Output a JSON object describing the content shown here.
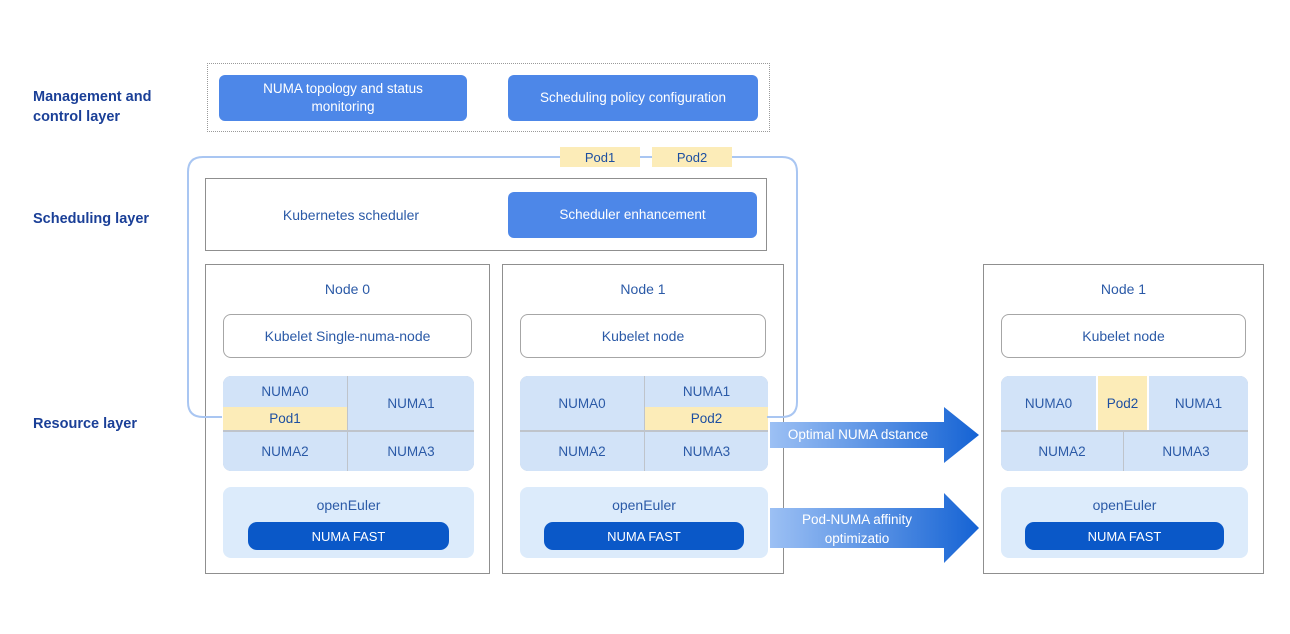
{
  "sidebar_labels": {
    "management": "Management and control layer",
    "scheduling": "Scheduling layer",
    "resource": "Resource layer"
  },
  "management_layer": {
    "monitoring_button": "NUMA topology and status monitoring",
    "policy_button": "Scheduling policy configuration"
  },
  "scheduling_layer": {
    "kubernetes_scheduler": "Kubernetes scheduler",
    "scheduler_enhancement": "Scheduler enhancement",
    "pod_badges": [
      "Pod1",
      "Pod2"
    ]
  },
  "nodes": [
    {
      "title": "Node 0",
      "kubelet": "Kubelet Single-numa-node",
      "numa0": "NUMA0",
      "numa1": "NUMA1",
      "numa2": "NUMA2",
      "numa3": "NUMA3",
      "pod": "Pod1",
      "os": "openEuler",
      "accelerator": "NUMA FAST"
    },
    {
      "title": "Node 1",
      "kubelet": "Kubelet node",
      "numa0": "NUMA0",
      "numa1": "NUMA1",
      "numa2": "NUMA2",
      "numa3": "NUMA3",
      "pod": "Pod2",
      "os": "openEuler",
      "accelerator": "NUMA FAST"
    },
    {
      "title": "Node 1",
      "kubelet": "Kubelet node",
      "numa0": "NUMA0",
      "numa1": "NUMA1",
      "numa2": "NUMA2",
      "numa3": "NUMA3",
      "pod": "Pod2",
      "os": "openEuler",
      "accelerator": "NUMA FAST"
    }
  ],
  "arrows": [
    {
      "label": "Optimal NUMA dstance"
    },
    {
      "label": "Pod-NUMA affinity optimizatio"
    }
  ],
  "colors": {
    "primary_blue": "#4d87e8",
    "deep_blue": "#0a58c8",
    "cell_blue": "#d2e3f8",
    "panel_blue": "#dcebfb",
    "pod_yellow": "#fcecb8",
    "connector_blue": "#a9c6f2",
    "text_blue": "#2b5aa7",
    "label_navy": "#1a3f97",
    "arrow_gradient_start": "#9cc0f4",
    "arrow_gradient_end": "#1563d4"
  }
}
